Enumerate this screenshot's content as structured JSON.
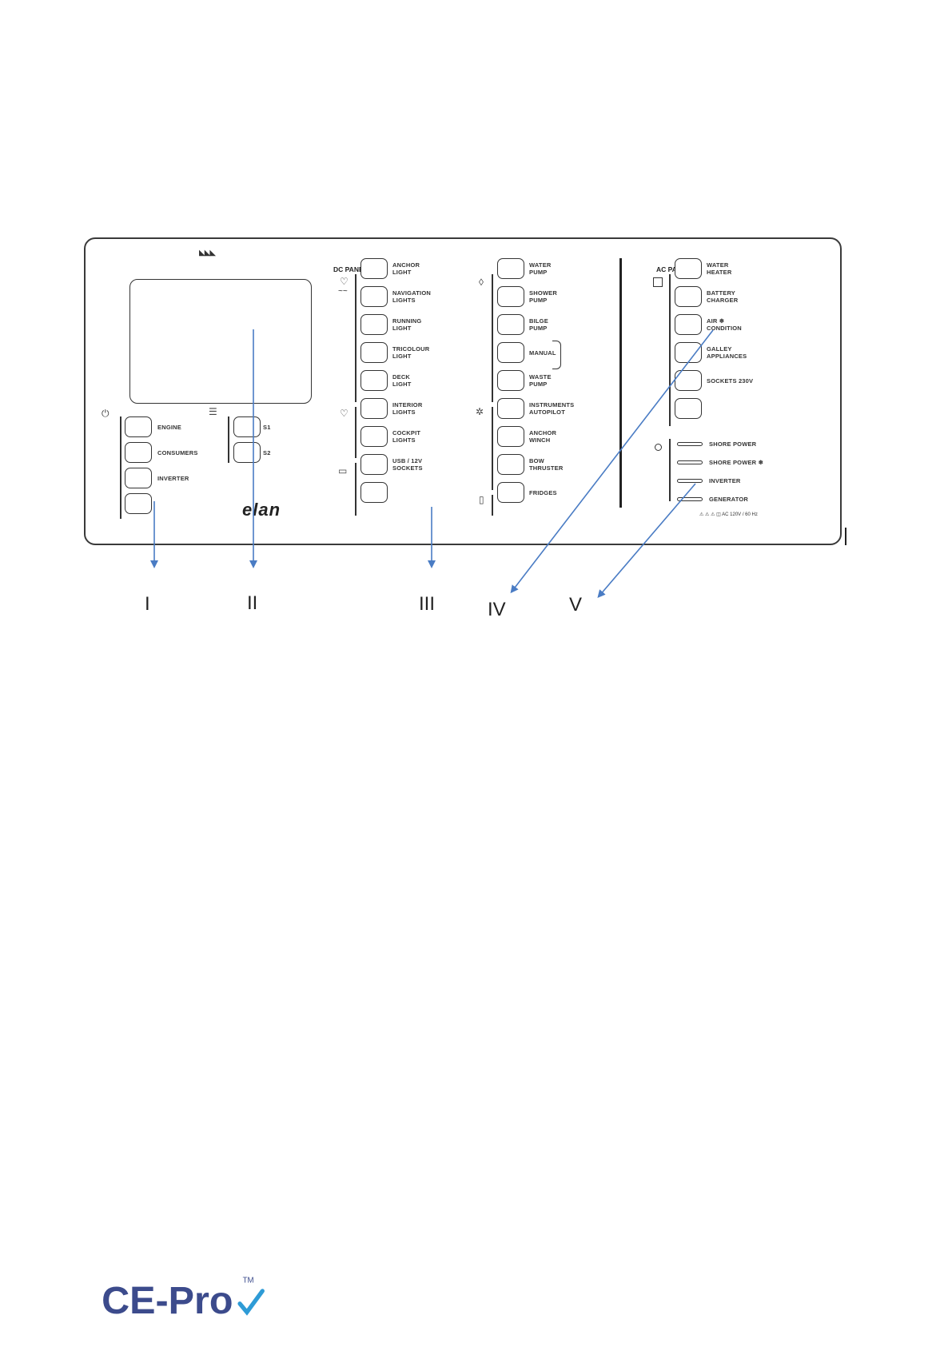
{
  "panel": {
    "dc_header": "DC PANEL",
    "ac_header": "AC PANEL",
    "logo": "elan",
    "main_group": [
      {
        "label": "ENGINE"
      },
      {
        "label": "CONSUMERS"
      },
      {
        "label": "INVERTER"
      },
      {
        "label": ""
      }
    ],
    "s_group": [
      {
        "label": "S1"
      },
      {
        "label": "S2"
      }
    ],
    "dc_col1": [
      {
        "label": "ANCHOR\nLIGHT"
      },
      {
        "label": "NAVIGATION\nLIGHTS"
      },
      {
        "label": "RUNNING\nLIGHT"
      },
      {
        "label": "TRICOLOUR\nLIGHT"
      },
      {
        "label": "DECK\nLIGHT"
      },
      {
        "label": "INTERIOR\nLIGHTS"
      },
      {
        "label": "COCKPIT\nLIGHTS"
      },
      {
        "label": "USB / 12V\nSOCKETS"
      },
      {
        "label": ""
      }
    ],
    "dc_col2": [
      {
        "label": "WATER\nPUMP"
      },
      {
        "label": "SHOWER\nPUMP"
      },
      {
        "label": "BILGE\nPUMP"
      },
      {
        "label": "MANUAL"
      },
      {
        "label": "WASTE\nPUMP"
      },
      {
        "label": "INSTRUMENTS\nAUTOPILOT"
      },
      {
        "label": "ANCHOR\nWINCH"
      },
      {
        "label": "BOW\nTHRUSTER"
      },
      {
        "label": "FRIDGES"
      }
    ],
    "ac_buttons": [
      {
        "label": "WATER\nHEATER"
      },
      {
        "label": "BATTERY\nCHARGER"
      },
      {
        "label": "AIR ❄\nCONDITION"
      },
      {
        "label": "GALLEY\nAPPLIANCES"
      },
      {
        "label": "SOCKETS 230V"
      },
      {
        "label": ""
      }
    ],
    "ac_indicators": [
      {
        "label": "SHORE POWER"
      },
      {
        "label": "SHORE POWER ❄"
      },
      {
        "label": "INVERTER"
      },
      {
        "label": "GENERATOR"
      }
    ],
    "footnote": "⚠ ⚠ ⚠ ◫  AC 120V / 60 Hz"
  },
  "callouts": [
    "I",
    "II",
    "III",
    "IV",
    "V"
  ],
  "brand": {
    "name": "CE-Pro",
    "tm": "TM"
  },
  "colors": {
    "arrow": "#4a7cc4",
    "brand": "#3c4b8c"
  }
}
